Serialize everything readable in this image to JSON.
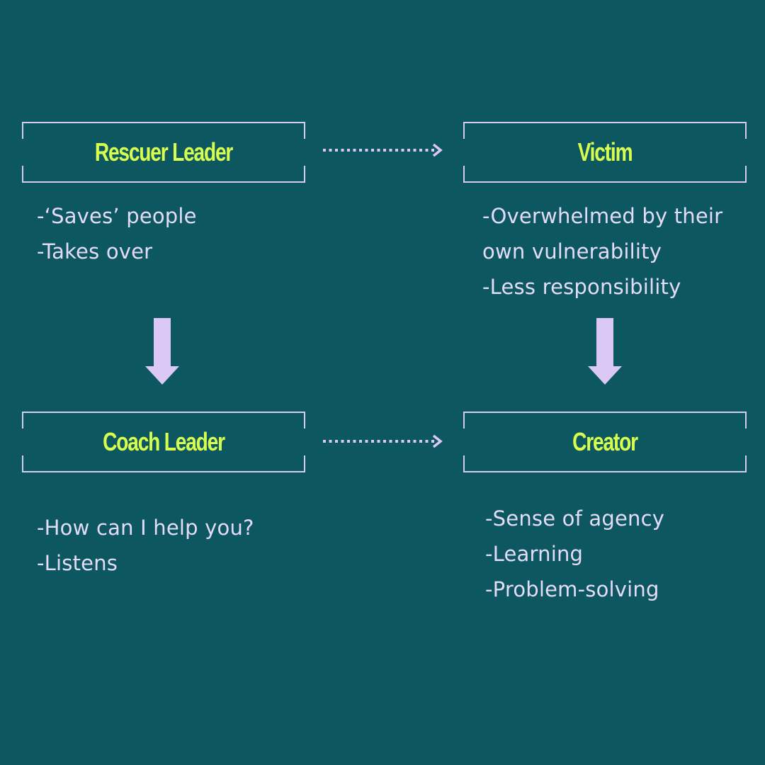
{
  "colors": {
    "background": "#0d5860",
    "title": "#d8ff4f",
    "text": "#e4dcf6",
    "frame": "#d6ccf0",
    "arrow": "#dcc8f4"
  },
  "boxes": {
    "rescuer_leader": {
      "title": "Rescuer Leader",
      "lines": [
        "-‘Saves’ people",
        "-Takes over"
      ]
    },
    "victim": {
      "title": "Victim",
      "lines": [
        "-Overwhelmed by their",
        "own vulnerability",
        "-Less responsibility"
      ]
    },
    "coach_leader": {
      "title": "Coach Leader",
      "lines": [
        "-How can I help you?",
        "-Listens"
      ]
    },
    "creator": {
      "title": "Creator",
      "lines": [
        "-Sense of agency",
        "-Learning",
        "-Problem-solving"
      ]
    }
  }
}
